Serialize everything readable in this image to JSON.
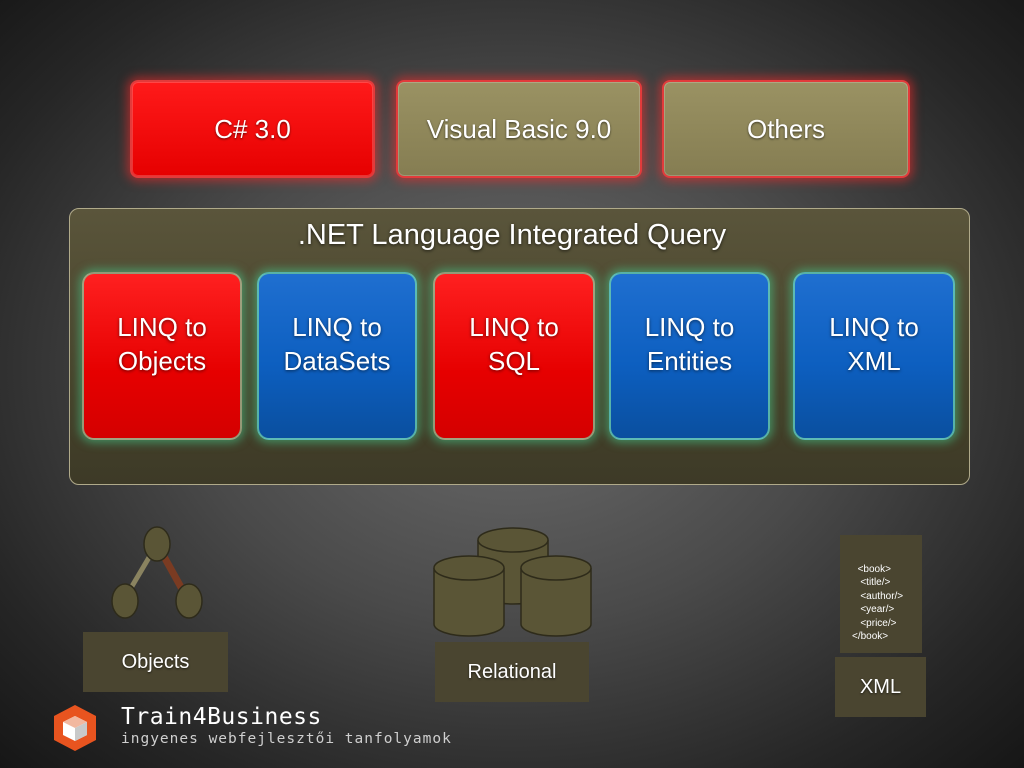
{
  "languages": [
    {
      "label": "C# 3.0",
      "color": "#ff0000"
    },
    {
      "label": "Visual Basic 9.0",
      "color": "#8e8658"
    },
    {
      "label": "Others",
      "color": "#8e8658"
    }
  ],
  "linq": {
    "title": ".NET Language Integrated Query",
    "providers": [
      {
        "line1": "LINQ to",
        "line2": "Objects",
        "color": "#ff0000"
      },
      {
        "line1": "LINQ to",
        "line2": "DataSets",
        "color": "#0d5fc0"
      },
      {
        "line1": "LINQ to",
        "line2": "SQL",
        "color": "#ff0000"
      },
      {
        "line1": "LINQ to",
        "line2": "Entities",
        "color": "#0d5fc0"
      },
      {
        "line1": "LINQ to",
        "line2": "XML",
        "color": "#0d5fc0"
      }
    ]
  },
  "data_sources": {
    "objects": {
      "label": "Objects",
      "icon": "object-graph-icon"
    },
    "relational": {
      "label": "Relational",
      "icon": "database-cylinders-icon"
    },
    "xml": {
      "label": "XML",
      "icon": "xml-document-icon",
      "sample": "<book>\n   <title/>\n   <author/>\n   <year/>\n   <price/>\n</book>"
    }
  },
  "brand": {
    "name": "Train4Business",
    "tagline": "ingyenes webfejlesztői tanfolyamok",
    "logo_icon": "cube-logo-icon"
  }
}
